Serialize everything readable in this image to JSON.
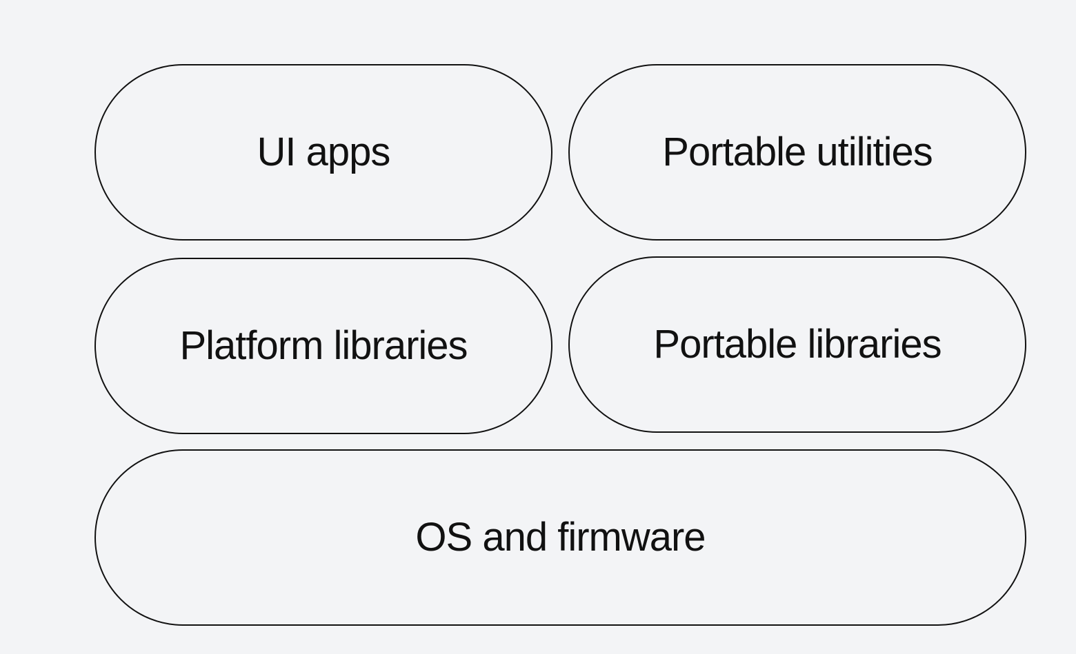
{
  "diagram": {
    "colors": {
      "background": "#f3f4f6",
      "border": "#111111",
      "text": "#111111"
    },
    "boxes": [
      {
        "id": "ui-apps",
        "label": "UI apps"
      },
      {
        "id": "portable-utilities",
        "label": "Portable utilities"
      },
      {
        "id": "platform-libraries",
        "label": "Platform libraries"
      },
      {
        "id": "portable-libraries",
        "label": "Portable libraries"
      },
      {
        "id": "os-and-firmware",
        "label": "OS and firmware"
      }
    ]
  }
}
